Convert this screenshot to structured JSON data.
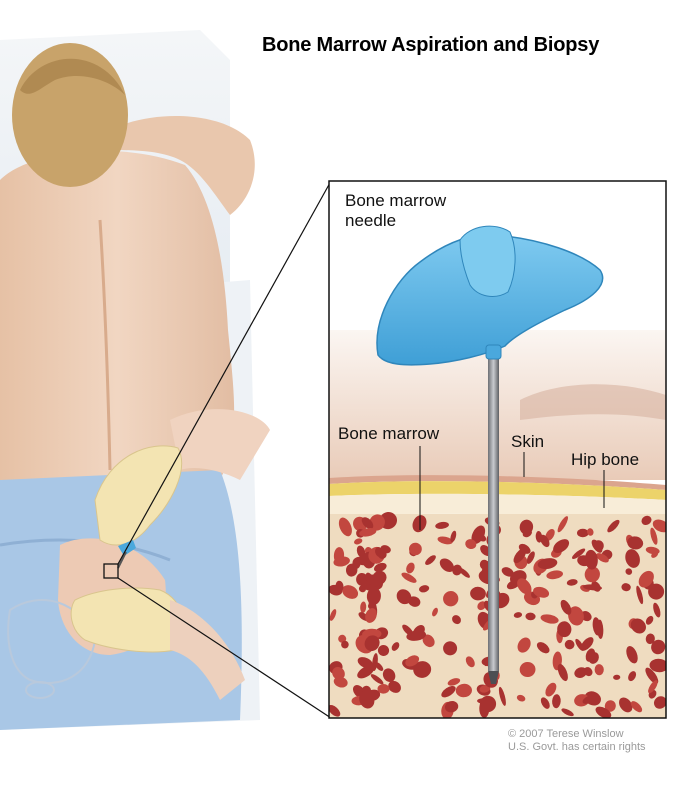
{
  "title": "Bone Marrow Aspiration and Biopsy",
  "labels": {
    "needle_line1": "Bone marrow",
    "needle_line2": "needle",
    "bone_marrow": "Bone marrow",
    "skin": "Skin",
    "hip_bone": "Hip bone"
  },
  "copyright": {
    "line1": "© 2007 Terese Winslow",
    "line2": "U.S. Govt. has certain rights"
  },
  "colors": {
    "needle_handle": "#5bb8e6",
    "marrow_red": "#a83230",
    "spongy_bone": "#efdcc0",
    "fat_layer": "#ecd36a",
    "skin": "#e9cdbd",
    "glove": "#f3e4b2",
    "jeans": "#a9c7e6"
  }
}
